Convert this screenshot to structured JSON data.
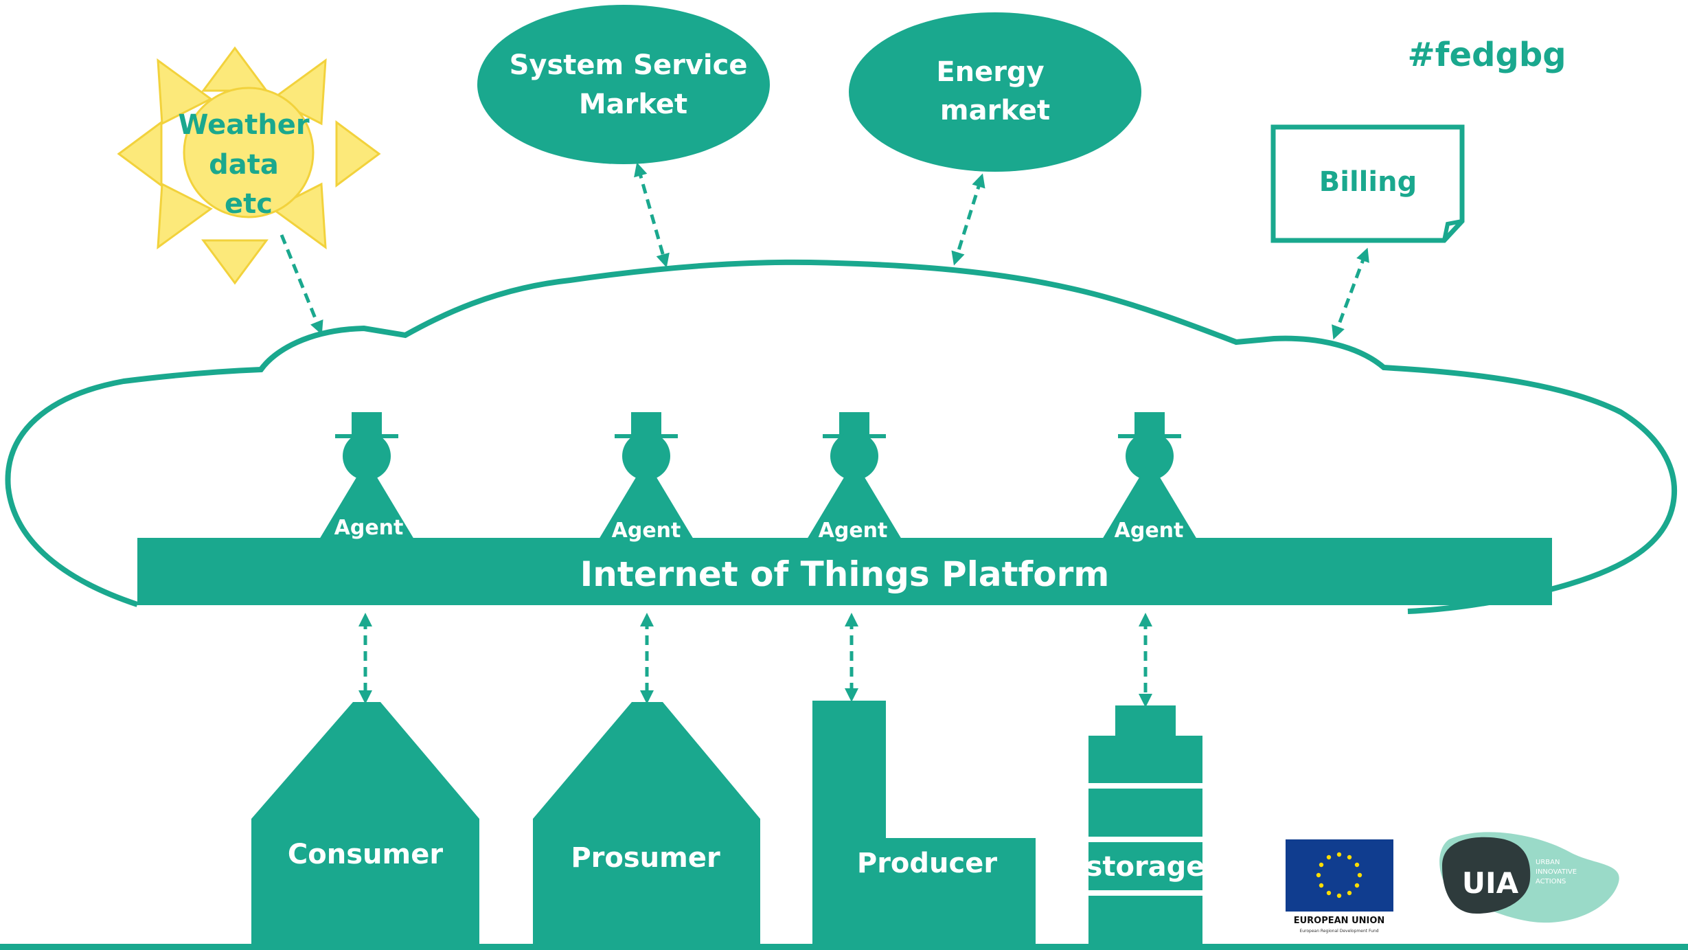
{
  "hashtag": "#fedgbg",
  "weather": {
    "lines": [
      "Weather",
      "data",
      "etc"
    ]
  },
  "markets": {
    "system_service": [
      "System Service",
      "Market"
    ],
    "energy": [
      "Energy",
      "market"
    ]
  },
  "billing": "Billing",
  "platform": "Internet of Things Platform",
  "agents": [
    "Agent",
    "Agent",
    "Agent",
    "Agent"
  ],
  "buildings": {
    "consumer": "Consumer",
    "prosumer": "Prosumer",
    "producer": "Producer",
    "storage": "storage"
  },
  "logos": {
    "eu": {
      "title": "EUROPEAN UNION",
      "subtitle": "European Regional Development Fund"
    },
    "uia": {
      "mark": "UIA",
      "lines": [
        "URBAN",
        "INNOVATIVE",
        "ACTIONS"
      ]
    }
  },
  "colors": {
    "teal": "#1aa88e",
    "sun_fill": "#fce97a",
    "sun_stroke": "#f2d23c",
    "eu_blue": "#103d8f",
    "eu_star": "#ffdd00",
    "uia_dark": "#2e3b3c"
  }
}
